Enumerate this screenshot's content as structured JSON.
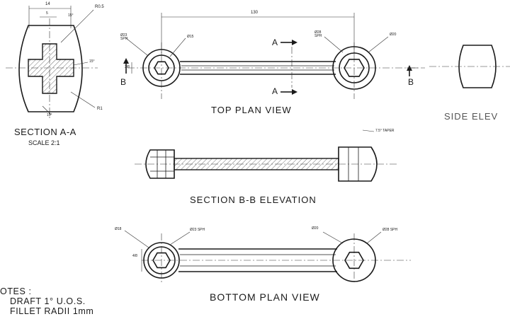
{
  "views": {
    "top_plan_title": "TOP PLAN VIEW",
    "section_aa_title": "SECTION A-A",
    "section_aa_scale": "SCALE 2:1",
    "side_elevation_title": "SIDE  ELEV",
    "section_bb_title": "SECTION B-B ELEVATION",
    "bottom_plan_title": "BOTTOM PLAN VIEW"
  },
  "section_markers": {
    "a_top": "A",
    "a_bottom": "A",
    "b_left": "B",
    "b_right": "B"
  },
  "dimensions": {
    "overall_length": "130",
    "section_width": "14",
    "section_inner": "5",
    "angle_top": "15°",
    "angle_right": "15°",
    "angle_bottom": "15°",
    "radius_small": "R0.5",
    "radius_fillet": "R1",
    "top_left_sph": "Ø23\nSPH",
    "top_left_bore": "Ø15",
    "top_right_sph": "Ø28\nSPH",
    "top_right_bore": "Ø20",
    "height_mark": "3/8",
    "taper": "7.5° TAPER",
    "bottom_left_bore": "Ø18",
    "bottom_left_sph": "Ø23 SPH",
    "bottom_right_bore": "Ø20",
    "bottom_right_sph": "Ø28 SPH",
    "bottom_height_mark": "4/8"
  },
  "notes": {
    "heading": "OTES :",
    "line1": "DRAFT  1° U.O.S.",
    "line2": "FILLET RADII 1mm"
  }
}
